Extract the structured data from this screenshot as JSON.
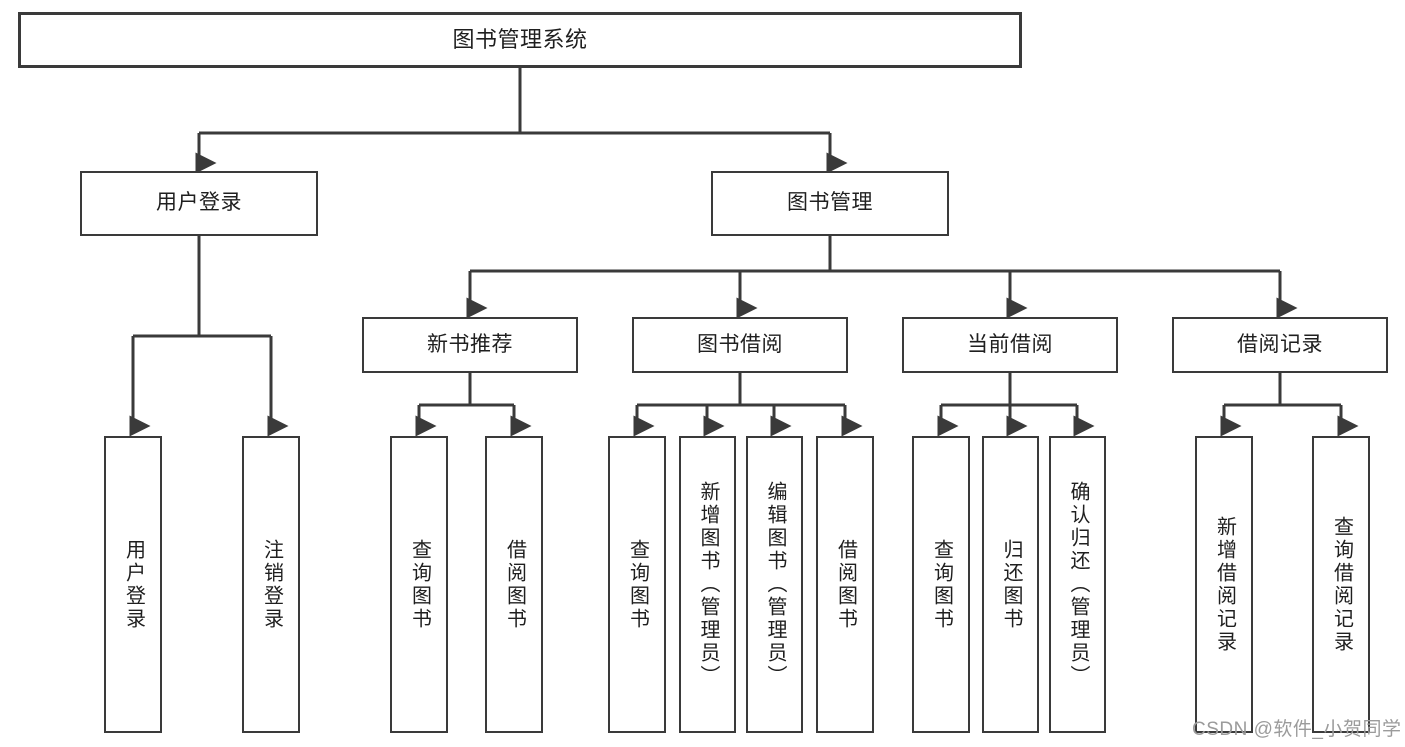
{
  "diagram": {
    "type": "tree-hierarchy-chart",
    "title": "图书管理系统",
    "background_color": "#ffffff",
    "line_color": "#3a3a3a",
    "box_border_color": "#3a3a3a",
    "text_color": "#1f1f1f"
  },
  "nodes": {
    "root": {
      "label": "图书管理系统"
    },
    "level1": [
      {
        "id": "user-login",
        "label": "用户登录"
      },
      {
        "id": "book-management",
        "label": "图书管理"
      }
    ],
    "level2": [
      {
        "id": "new-book-recommend",
        "label": "新书推荐"
      },
      {
        "id": "book-borrow",
        "label": "图书借阅"
      },
      {
        "id": "current-borrow",
        "label": "当前借阅"
      },
      {
        "id": "borrow-record",
        "label": "借阅记录"
      }
    ],
    "leaves": {
      "user_login": [
        {
          "id": "leaf-user-login",
          "label": "用户登录"
        },
        {
          "id": "leaf-user-logout",
          "label": "注销登录"
        }
      ],
      "new_book_recommend": [
        {
          "id": "leaf-query-book-1",
          "label": "查询图书"
        },
        {
          "id": "leaf-borrow-book-1",
          "label": "借阅图书"
        }
      ],
      "book_borrow": [
        {
          "id": "leaf-query-book-2",
          "label": "查询图书"
        },
        {
          "id": "leaf-add-book",
          "label": "新增图书（管理员）"
        },
        {
          "id": "leaf-edit-book",
          "label": "编辑图书（管理员）"
        },
        {
          "id": "leaf-borrow-book-2",
          "label": "借阅图书"
        }
      ],
      "current_borrow": [
        {
          "id": "leaf-query-book-3",
          "label": "查询图书"
        },
        {
          "id": "leaf-return-book",
          "label": "归还图书"
        },
        {
          "id": "leaf-confirm-return",
          "label": "确认归还（管理员）"
        }
      ],
      "borrow_record": [
        {
          "id": "leaf-add-record",
          "label": "新增借阅记录"
        },
        {
          "id": "leaf-query-record",
          "label": "查询借阅记录"
        }
      ]
    }
  },
  "watermark": {
    "text": "CSDN @软件_小贺同学"
  }
}
